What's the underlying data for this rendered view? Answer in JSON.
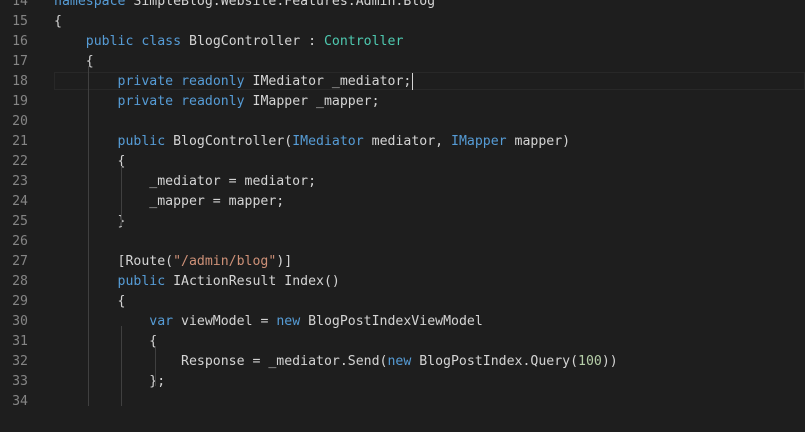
{
  "lines": [
    {
      "n": "14",
      "tokens": [
        {
          "t": "namespace",
          "c": "kw"
        },
        {
          "t": " SimpleBlog.Website.Features.Admin.Blog",
          "c": "id"
        }
      ]
    },
    {
      "n": "15",
      "tokens": [
        {
          "t": "{",
          "c": "id"
        }
      ]
    },
    {
      "n": "16",
      "tokens": [
        {
          "t": "    ",
          "c": "id"
        },
        {
          "t": "public",
          "c": "kw"
        },
        {
          "t": " ",
          "c": "id"
        },
        {
          "t": "class",
          "c": "kw"
        },
        {
          "t": " BlogController : ",
          "c": "id"
        },
        {
          "t": "Controller",
          "c": "ty"
        }
      ]
    },
    {
      "n": "17",
      "tokens": [
        {
          "t": "    {",
          "c": "id"
        }
      ]
    },
    {
      "n": "18",
      "current": true,
      "tokens": [
        {
          "t": "        ",
          "c": "id"
        },
        {
          "t": "private",
          "c": "kw"
        },
        {
          "t": " ",
          "c": "id"
        },
        {
          "t": "readonly",
          "c": "kw"
        },
        {
          "t": " IMediator _mediator;",
          "c": "id"
        }
      ]
    },
    {
      "n": "19",
      "tokens": [
        {
          "t": "        ",
          "c": "id"
        },
        {
          "t": "private",
          "c": "kw"
        },
        {
          "t": " ",
          "c": "id"
        },
        {
          "t": "readonly",
          "c": "kw"
        },
        {
          "t": " IMapper _mapper;",
          "c": "id"
        }
      ]
    },
    {
      "n": "20",
      "tokens": []
    },
    {
      "n": "21",
      "tokens": [
        {
          "t": "        ",
          "c": "id"
        },
        {
          "t": "public",
          "c": "kw"
        },
        {
          "t": " BlogController(",
          "c": "id"
        },
        {
          "t": "IMediator",
          "c": "kw"
        },
        {
          "t": " mediator, ",
          "c": "id"
        },
        {
          "t": "IMapper",
          "c": "kw"
        },
        {
          "t": " mapper)",
          "c": "id"
        }
      ]
    },
    {
      "n": "22",
      "tokens": [
        {
          "t": "        {",
          "c": "id"
        }
      ]
    },
    {
      "n": "23",
      "tokens": [
        {
          "t": "            _mediator = mediator;",
          "c": "id"
        }
      ]
    },
    {
      "n": "24",
      "tokens": [
        {
          "t": "            _mapper = mapper;",
          "c": "id"
        }
      ]
    },
    {
      "n": "25",
      "tokens": [
        {
          "t": "        }",
          "c": "id"
        }
      ]
    },
    {
      "n": "26",
      "tokens": []
    },
    {
      "n": "27",
      "tokens": [
        {
          "t": "        [Route(",
          "c": "id"
        },
        {
          "t": "\"/admin/blog\"",
          "c": "st"
        },
        {
          "t": ")]",
          "c": "id"
        }
      ]
    },
    {
      "n": "28",
      "tokens": [
        {
          "t": "        ",
          "c": "id"
        },
        {
          "t": "public",
          "c": "kw"
        },
        {
          "t": " IActionResult Index()",
          "c": "id"
        }
      ]
    },
    {
      "n": "29",
      "tokens": [
        {
          "t": "        {",
          "c": "id"
        }
      ]
    },
    {
      "n": "30",
      "tokens": [
        {
          "t": "            ",
          "c": "id"
        },
        {
          "t": "var",
          "c": "kw"
        },
        {
          "t": " viewModel = ",
          "c": "id"
        },
        {
          "t": "new",
          "c": "kw"
        },
        {
          "t": " BlogPostIndexViewModel",
          "c": "id"
        }
      ]
    },
    {
      "n": "31",
      "tokens": [
        {
          "t": "            {",
          "c": "id"
        }
      ]
    },
    {
      "n": "32",
      "tokens": [
        {
          "t": "                Response = _mediator.Send(",
          "c": "id"
        },
        {
          "t": "new",
          "c": "kw"
        },
        {
          "t": " BlogPostIndex.Query(",
          "c": "id"
        },
        {
          "t": "100",
          "c": "nu"
        },
        {
          "t": "))",
          "c": "id"
        }
      ]
    },
    {
      "n": "33",
      "tokens": [
        {
          "t": "            };",
          "c": "id"
        }
      ]
    },
    {
      "n": "34",
      "tokens": []
    }
  ]
}
